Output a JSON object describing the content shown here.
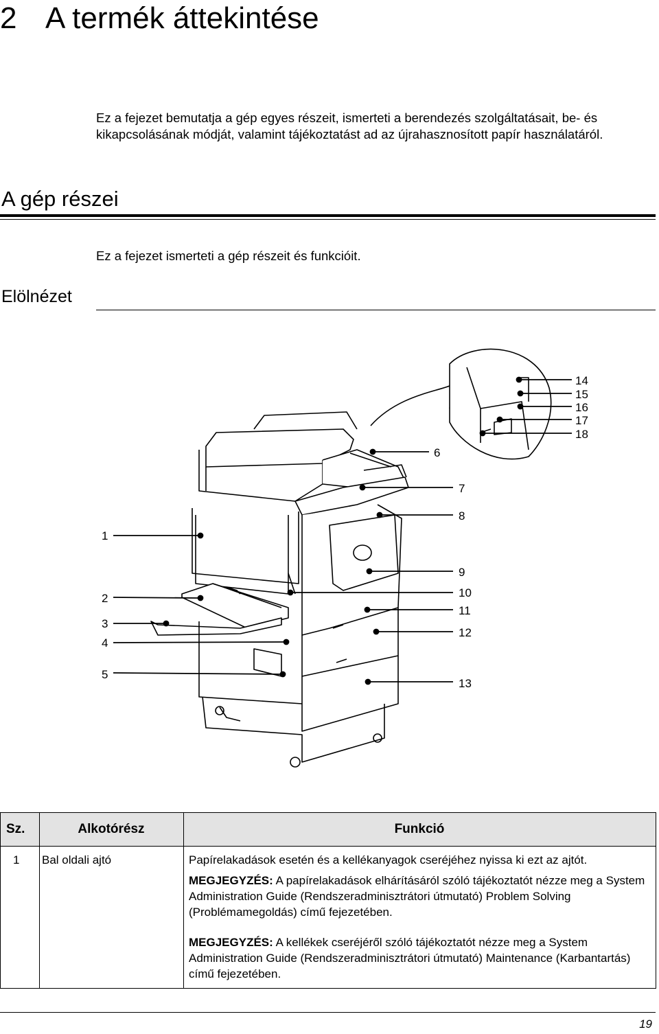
{
  "chapter": {
    "number": "2",
    "title": "A termék áttekintése"
  },
  "intro": "Ez a fejezet bemutatja a gép egyes részeit, ismerteti a berendezés szolgáltatásait, be- és kikapcsolásának módját, valamint tájékoztatást ad az újrahasznosított papír használatáról.",
  "section": {
    "title": "A gép részei",
    "intro": "Ez a fejezet ismerteti a gép részeit és funkcióit."
  },
  "subsection": {
    "title": "Elölnézet"
  },
  "figure": {
    "callouts": [
      "1",
      "2",
      "3",
      "4",
      "5",
      "6",
      "7",
      "8",
      "9",
      "10",
      "11",
      "12",
      "13",
      "14",
      "15",
      "16",
      "17",
      "18"
    ]
  },
  "table": {
    "headers": {
      "num": "Sz.",
      "part": "Alkotórész",
      "function": "Funkció"
    },
    "rows": [
      {
        "num": "1",
        "part": "Bal oldali ajtó",
        "function": "Papírelakadások esetén és a kellékanyagok cseréjéhez nyissa ki ezt az ajtót.",
        "notes": [
          {
            "label": "MEGJEGYZÉS:",
            "text": " A papírelakadások elhárításáról szóló tájékoztatót nézze meg a System Administration Guide (Rendszeradminisztrátori útmutató) Problem Solving (Problémamegoldás) című fejezetében."
          },
          {
            "label": "MEGJEGYZÉS:",
            "text": " A kellékek cseréjéről szóló tájékoztatót nézze meg a System Administration Guide (Rendszeradminisztrátori útmutató) Maintenance (Karbantartás) című fejezetében."
          }
        ]
      }
    ]
  },
  "page_number": "19"
}
